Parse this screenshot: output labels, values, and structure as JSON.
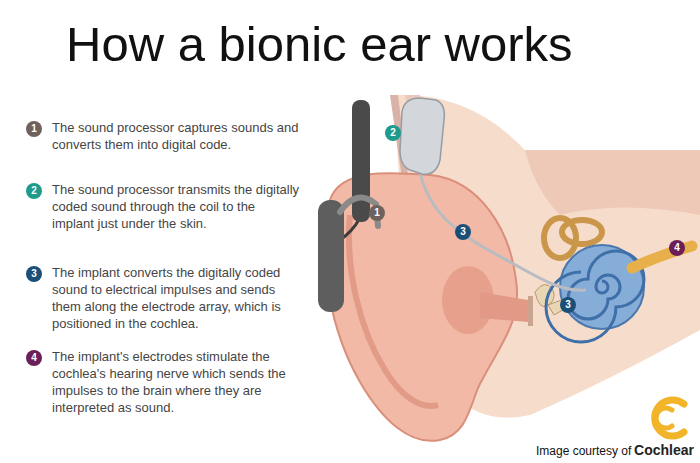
{
  "diagram": {
    "title": "How a bionic ear works",
    "labels": [
      "1",
      "The sound processor captures sounds and converts them into digital code.",
      "2",
      "The sound processor transmits the digitally coded sound through the coil to the implant just under the skin.",
      "3",
      "The implant converts the digitally coded sound to electrical impulses and sends them along the electrode array, which is positioned in the cochlea.",
      "4",
      "The implant's electrodes stimulate the cochlea's hearing nerve which sends the impulses to the brain where they are interpreted as sound.",
      "2",
      "1",
      "3",
      "3",
      "4",
      "Image courtesy of",
      "Cochlear"
    ]
  }
}
